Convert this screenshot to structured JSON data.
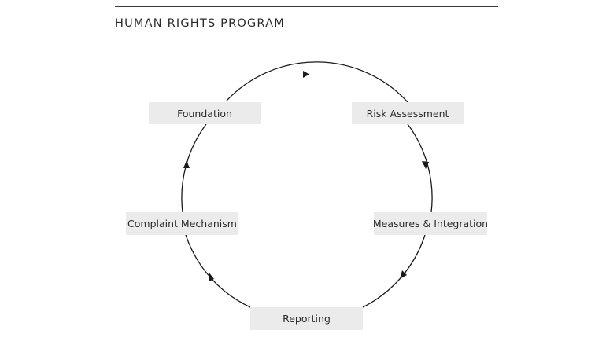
{
  "header": {
    "title": "HUMAN RIGHTS PROGRAM"
  },
  "diagram": {
    "type": "cycle",
    "stroke_color": "#1a1a1a",
    "node_fill": "#ebebeb",
    "stages": [
      {
        "id": "foundation",
        "label": "Foundation"
      },
      {
        "id": "risk-assessment",
        "label": "Risk Assessment"
      },
      {
        "id": "measures-integration",
        "label": "Measures & Integration"
      },
      {
        "id": "reporting",
        "label": "Reporting"
      },
      {
        "id": "complaint-mechanism",
        "label": "Complaint Mechanism"
      }
    ],
    "flow": [
      {
        "from": "foundation",
        "to": "risk-assessment"
      },
      {
        "from": "risk-assessment",
        "to": "measures-integration"
      },
      {
        "from": "measures-integration",
        "to": "reporting"
      },
      {
        "from": "reporting",
        "to": "complaint-mechanism"
      },
      {
        "from": "complaint-mechanism",
        "to": "foundation"
      }
    ]
  }
}
